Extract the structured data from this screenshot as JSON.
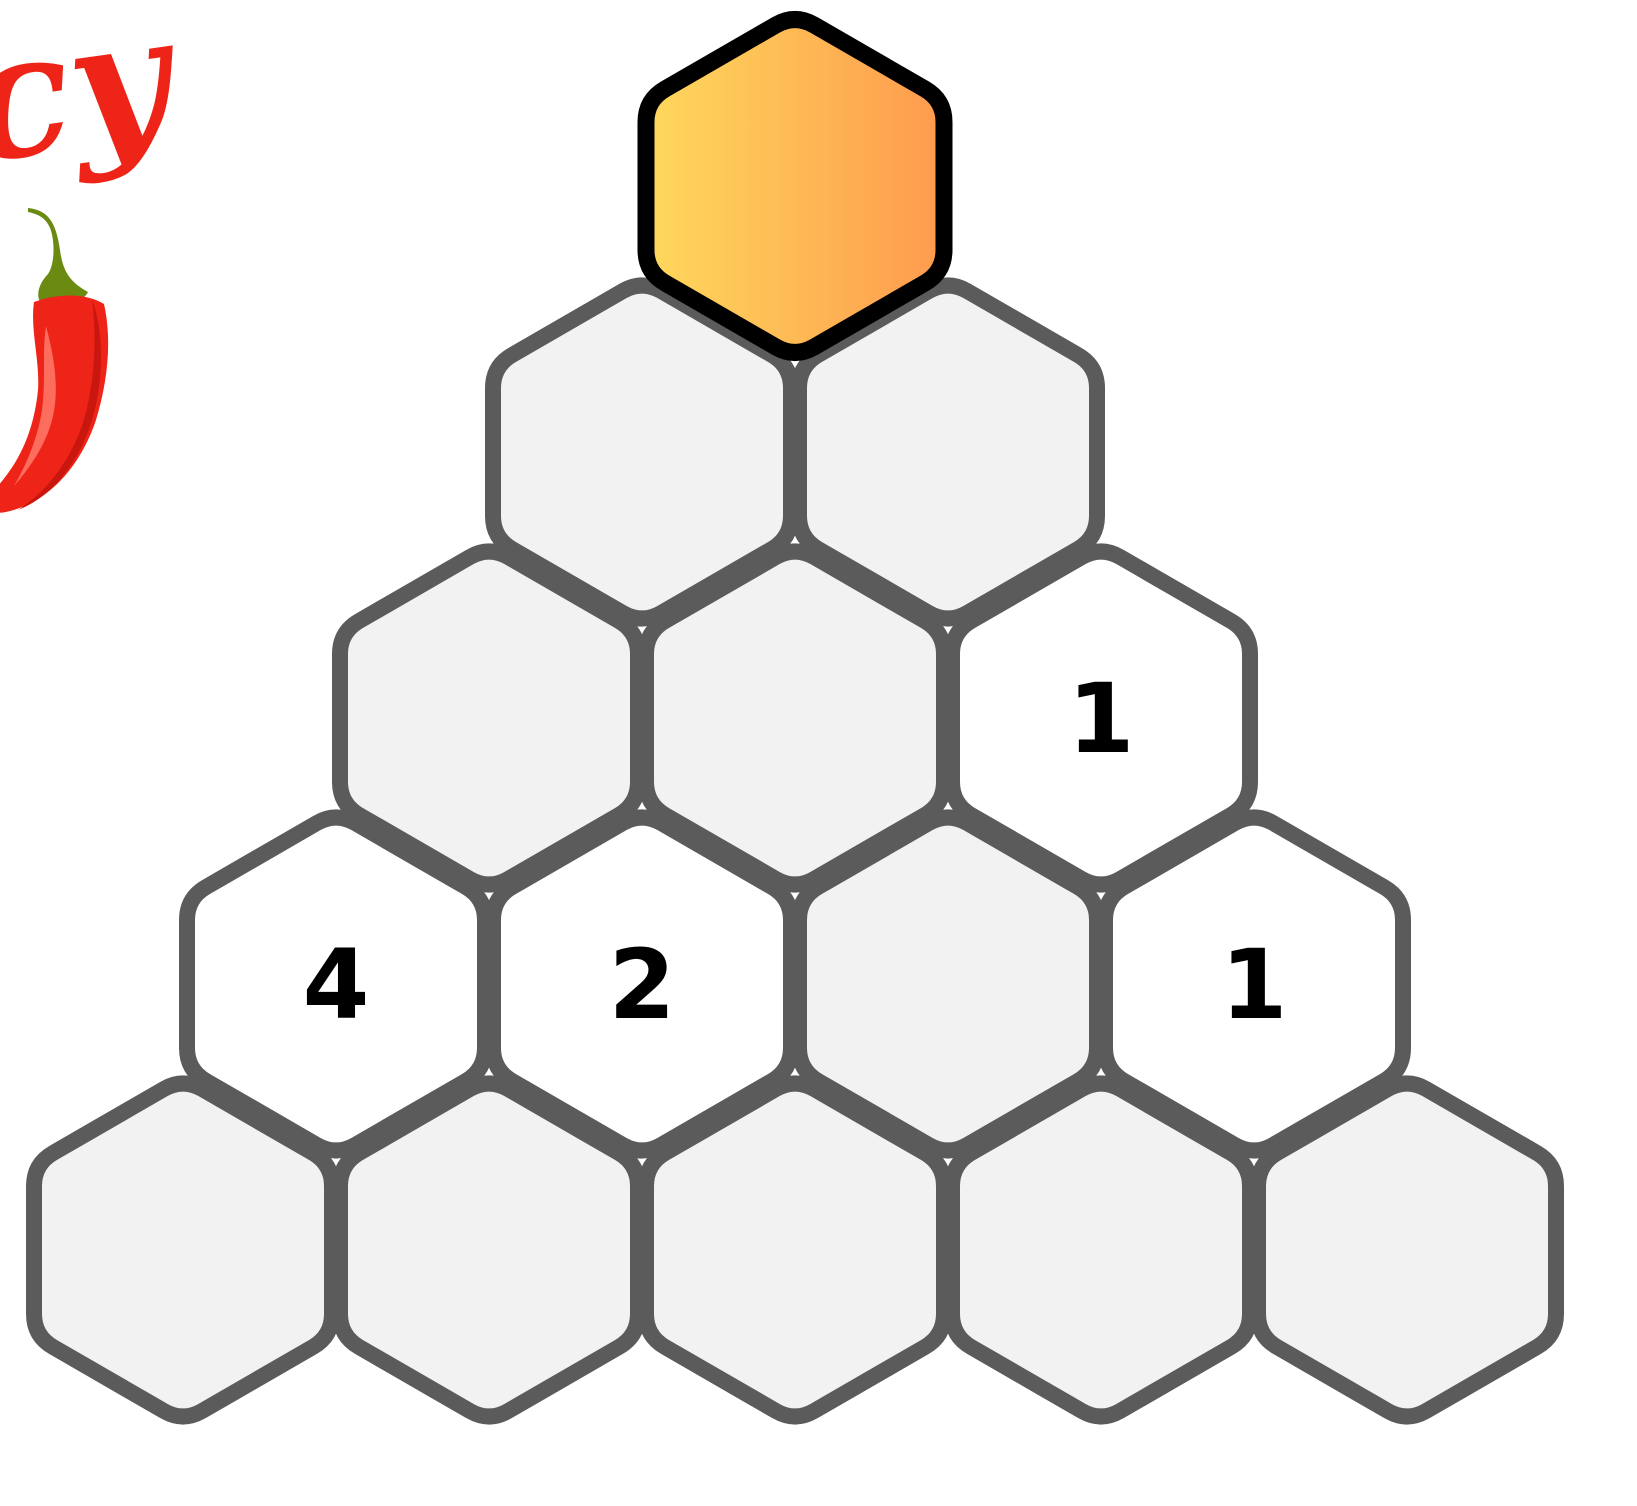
{
  "logo": {
    "partial_text": "cy",
    "icon": "chili-pepper-icon"
  },
  "colors": {
    "hex_fill_empty": "#f3f2f3",
    "hex_fill_clue": "#ffffff",
    "hex_stroke": "#5b5b5b",
    "selected_stroke": "#000000",
    "selected_gradient_start": "#fed95c",
    "selected_gradient_end": "#fe9a4e",
    "chili_red": "#ee2418",
    "chili_stem": "#6b8a12"
  },
  "puzzle": {
    "rows": [
      {
        "cells": [
          {
            "value": "",
            "state": "selected"
          }
        ]
      },
      {
        "cells": [
          {
            "value": "",
            "state": "empty"
          },
          {
            "value": "",
            "state": "empty"
          }
        ]
      },
      {
        "cells": [
          {
            "value": "",
            "state": "empty"
          },
          {
            "value": "",
            "state": "empty"
          },
          {
            "value": "1",
            "state": "clue"
          }
        ]
      },
      {
        "cells": [
          {
            "value": "4",
            "state": "clue"
          },
          {
            "value": "2",
            "state": "clue"
          },
          {
            "value": "",
            "state": "empty"
          },
          {
            "value": "1",
            "state": "clue"
          }
        ]
      },
      {
        "cells": [
          {
            "value": "",
            "state": "empty"
          },
          {
            "value": "",
            "state": "empty"
          },
          {
            "value": "",
            "state": "empty"
          },
          {
            "value": "",
            "state": "empty"
          },
          {
            "value": "",
            "state": "empty"
          }
        ]
      }
    ]
  }
}
